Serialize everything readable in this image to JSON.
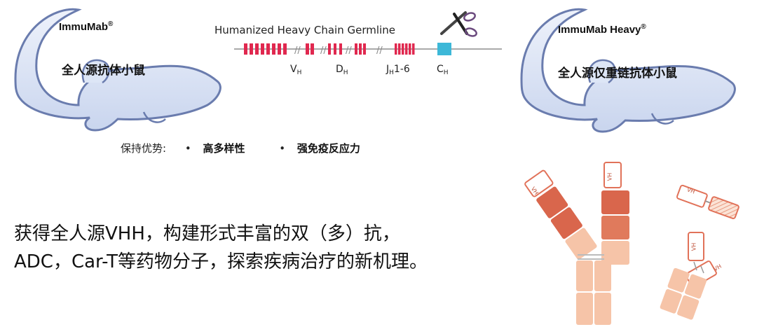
{
  "left_mouse": {
    "brand": "ImmuMab",
    "reg": "®",
    "name": "全人源抗体小鼠"
  },
  "right_mouse": {
    "brand": "ImmuMab Heavy",
    "reg": "®",
    "name": "全人源仅重链抗体小鼠"
  },
  "germline": {
    "title": "Humanized Heavy Chain Germline",
    "labels": [
      {
        "main": "V",
        "sub": "H",
        "suffix": ""
      },
      {
        "main": "D",
        "sub": "H",
        "suffix": ""
      },
      {
        "main": "J",
        "sub": "H",
        "suffix": "1-6"
      },
      {
        "main": "C",
        "sub": "H",
        "suffix": ""
      }
    ],
    "segment_color": "#e0284f",
    "constant_color": "#3db8d8"
  },
  "advantages": {
    "label": "保持优势:",
    "items": [
      "高多样性",
      "强免疫反应力"
    ]
  },
  "headline": {
    "line1": "获得全人源VHH，构建形式丰富的双（多）抗，",
    "line2": "ADC，Car-T等药物分子，探索疾病治疗的新机理。"
  },
  "antibody_labels": {
    "vh": "VH"
  },
  "colors": {
    "mouse_fill": "#dde6f6",
    "mouse_stroke": "#6a7cae",
    "domain_dark": "#d9664c",
    "domain_light": "#f6c4a8",
    "domain_outline": "#e17259"
  }
}
